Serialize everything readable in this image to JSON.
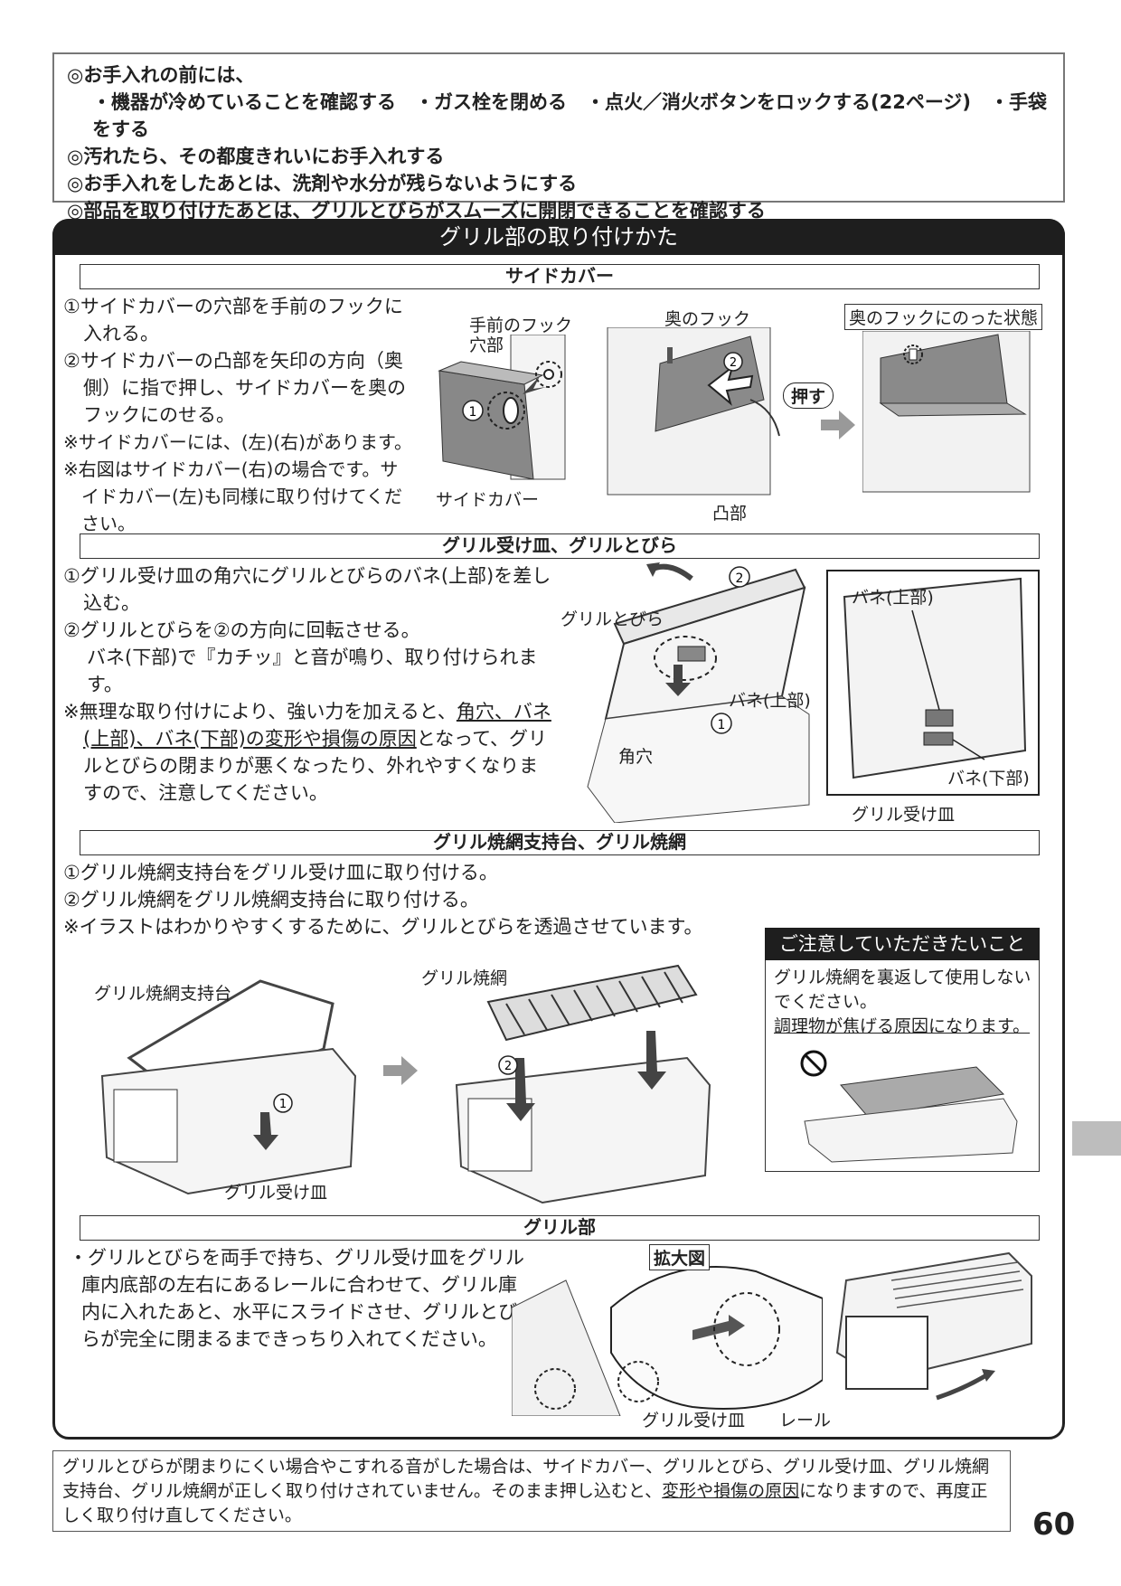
{
  "notice": {
    "line1": "◎お手入れの前には、",
    "line2": "・機器が冷めていることを確認する　・ガス栓を閉める　・点火／消火ボタンをロックする(22ページ)　・手袋をする",
    "line3": "◎汚れたら、その都度きれいにお手入れする",
    "line4": "◎お手入れをしたあとは、洗剤や水分が残らないようにする",
    "line5": "◎部品を取り付けたあとは、グリルとびらがスムーズに開閉できることを確認する"
  },
  "section_title": "グリル部の取り付けかた",
  "side_cover": {
    "heading": "サイドカバー",
    "step1": "①サイドカバーの穴部を手前のフックに入れる。",
    "step2": "②サイドカバーの凸部を矢印の方向（奥側）に指で押し、サイドカバーを奥のフックにのせる。",
    "note1": "※サイドカバーには、(左)(右)があります。",
    "note2": "※右図はサイドカバー(右)の場合です。サイドカバー(左)も同様に取り付けてください。",
    "label_front_hook": "手前のフック",
    "label_hole": "穴部",
    "label_side_cover": "サイドカバー",
    "label_back_hook": "奥のフック",
    "label_push": "押す",
    "label_convex": "凸部",
    "label_state": "奥のフックにのった状態"
  },
  "grill_pan": {
    "heading": "グリル受け皿、グリルとびら",
    "step1": "①グリル受け皿の角穴にグリルとびらのバネ(上部)を差し込む。",
    "step2": "②グリルとびらを②の方向に回転させる。",
    "step2b": "バネ(下部)で『カチッ』と音が鳴り、取り付けられます。",
    "note_pre": "※無理な取り付けにより、強い力を加えると、",
    "note_u": "角穴、バネ(上部)、バネ(下部)の変形や損傷の原因",
    "note_post": "となって、グリルとびらの閉まりが悪くなったり、外れやすくなりますので、注意してください。",
    "label_door": "グリルとびら",
    "label_spring_top": "バネ(上部)",
    "label_square_hole": "角穴",
    "label_spring_top2": "バネ(上部)",
    "label_spring_bottom": "バネ(下部)",
    "label_pan": "グリル受け皿"
  },
  "grill_rack": {
    "heading": "グリル焼網支持台、グリル焼網",
    "step1": "①グリル焼網支持台をグリル受け皿に取り付ける。",
    "step2": "②グリル焼網をグリル焼網支持台に取り付ける。",
    "note": "※イラストはわかりやすくするために、グリルとびらを透過させています。",
    "label_support": "グリル焼網支持台",
    "label_pan": "グリル受け皿",
    "label_net": "グリル焼網"
  },
  "caution": {
    "heading": "ご注意していただきたいこと",
    "text": "グリル焼網を裏返して使用しないでください。",
    "underline": "調理物が焦げる原因になります。"
  },
  "grill_part": {
    "heading": "グリル部",
    "text": "・グリルとびらを両手で持ち、グリル受け皿をグリル庫内底部の左右にあるレールに合わせて、グリル庫内に入れたあと、水平にスライドさせ、グリルとびらが完全に閉まるまできっちり入れてください。",
    "label_zoom": "拡大図",
    "label_pan": "グリル受け皿",
    "label_rail": "レール"
  },
  "bottom_note": {
    "pre": "グリルとびらが閉まりにくい場合やこすれる音がした場合は、サイドカバー、グリルとびら、グリル受け皿、グリル焼網支持台、グリル焼網が正しく取り付けされていません。そのまま押し込むと、",
    "underline": "変形や損傷の原因",
    "post": "になりますので、再度正しく取り付け直してください。"
  },
  "page_number": "60"
}
